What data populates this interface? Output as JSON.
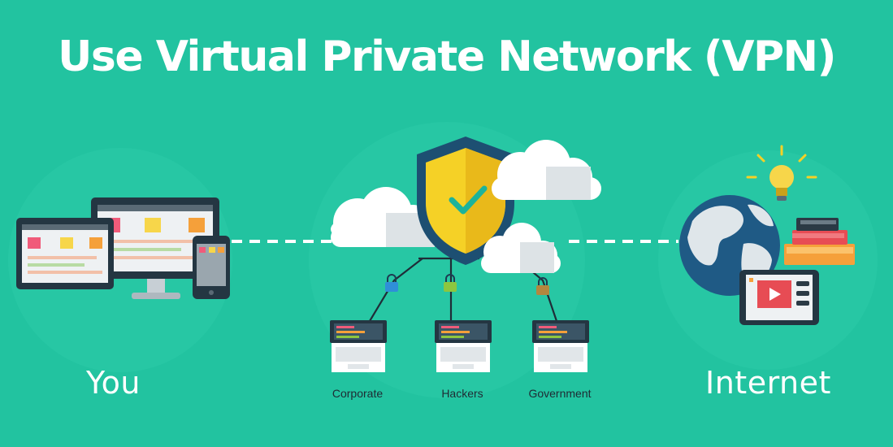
{
  "title": "Use Virtual Private Network (VPN)",
  "left_label": "You",
  "right_label": "Internet",
  "nodes": [
    {
      "label": "Corporate",
      "lock_color": "#2f8fd8"
    },
    {
      "label": "Hackers",
      "lock_color": "#8cc63f"
    },
    {
      "label": "Government",
      "lock_color": "#b3873f"
    }
  ],
  "colors": {
    "background": "#22c3a0",
    "shield_outer": "#1d4f72",
    "shield_inner": "#f5d126",
    "check": "#1cb39a",
    "cloud": "#ffffff",
    "globe": "#1f5a85"
  }
}
